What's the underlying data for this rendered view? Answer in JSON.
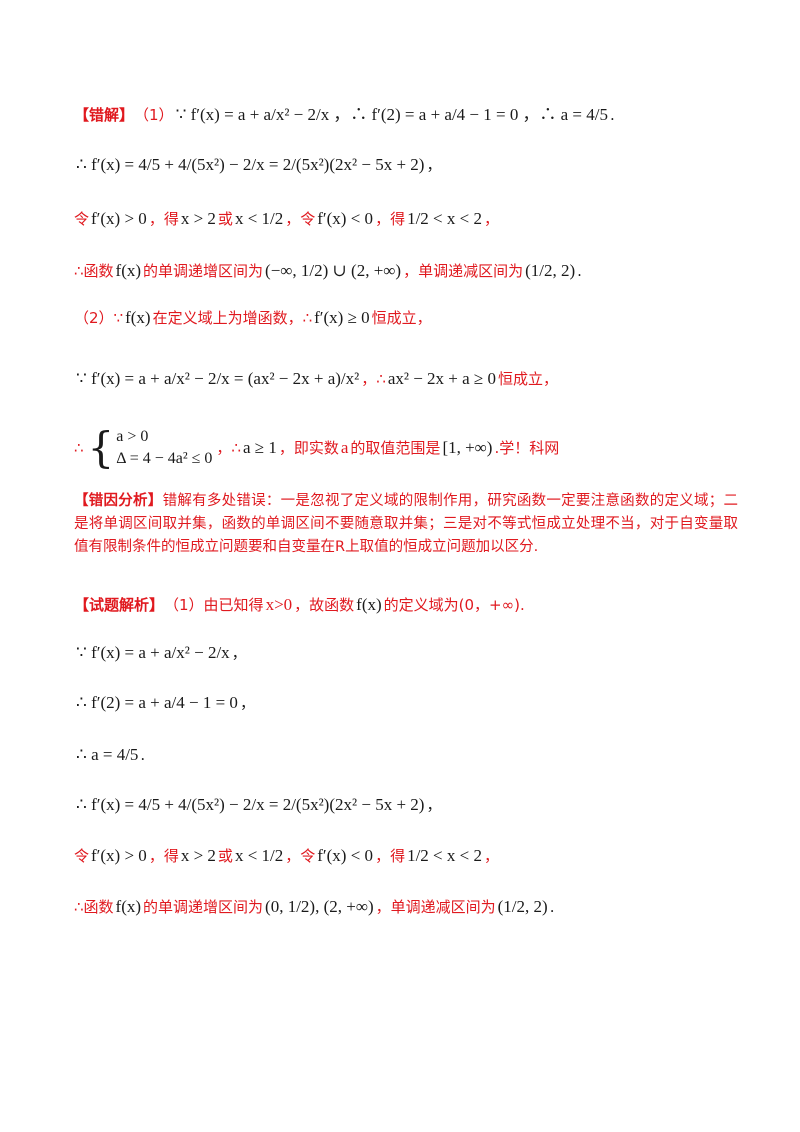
{
  "cuojie": {
    "tag": "【错解】",
    "p1_num": "（1）",
    "p1_a": "∵ f′(x) = a + a/x² − 2/x",
    "p1_b": "，∴ f′(2) = a + a/4 − 1 = 0",
    "p1_c": "，∴ a = 4/5",
    "p1_end": ".",
    "l2": "∴ f′(x) = 4/5 + 4/(5x²) − 2/x = 2/(5x²)(2x² − 5x + 2)",
    "l2_end": "，",
    "l3_a": "令",
    "l3_b": "f′(x) > 0",
    "l3_c": "，得",
    "l3_d": "x > 2",
    "l3_e": "或",
    "l3_f": "x < 1/2",
    "l3_g": "，令",
    "l3_h": "f′(x) < 0",
    "l3_i": "，得",
    "l3_j": "1/2 < x < 2",
    "l3_k": "，",
    "l4_a": "∴函数",
    "l4_b": "f(x)",
    "l4_c": "的单调递增区间为",
    "l4_d": "(−∞, 1/2) ∪ (2, +∞)",
    "l4_e": "，单调递减区间为",
    "l4_f": "(1/2, 2)",
    "l4_g": ".",
    "p2_a": "（2）∵",
    "p2_b": "f(x)",
    "p2_c": "在定义域上为增函数，∴",
    "p2_d": "f′(x) ≥ 0",
    "p2_e": "恒成立，",
    "l6_a": "∵ f′(x) = a + a/x² − 2/x = (ax² − 2x + a)/x²",
    "l6_b": "，∴",
    "l6_c": "ax² − 2x + a ≥ 0",
    "l6_d": "恒成立，",
    "l7_a": "∴",
    "l7_s1": "a > 0",
    "l7_s2": "Δ = 4 − 4a² ≤ 0",
    "l7_b": "，∴",
    "l7_c": "a ≥ 1",
    "l7_d": "，即实数",
    "l7_e": "a",
    "l7_f": "的取值范围是",
    "l7_g": "[1, +∞)",
    "l7_h": ".学！科网"
  },
  "fenxi": {
    "tag": "【错因分析】",
    "text": "错解有多处错误：一是忽视了定义域的限制作用，研究函数一定要注意函数的定义域；二是将单调区间取并集，函数的单调区间不要随意取并集；三是对不等式恒成立处理不当，对于自变量取值有限制条件的恒成立问题要和自变量在R上取值的恒成立问题加以区分."
  },
  "jiexi": {
    "tag": "【试题解析】",
    "l1_a": "（1）由已知得",
    "l1_b": "x>0",
    "l1_c": "，故函数",
    "l1_d": "f(x)",
    "l1_e": "的定义域为(0，+∞).",
    "l2": "∵ f′(x) = a + a/x² − 2/x",
    "l2_end": "，",
    "l3": "∴ f′(2) = a + a/4 − 1 = 0",
    "l3_end": "，",
    "l4": "∴ a = 4/5",
    "l4_end": ".",
    "l5": "∴ f′(x) = 4/5 + 4/(5x²) − 2/x = 2/(5x²)(2x² − 5x + 2)",
    "l5_end": "，",
    "l6_a": "令",
    "l6_b": "f′(x) > 0",
    "l6_c": "，得",
    "l6_d": "x > 2",
    "l6_e": "或",
    "l6_f": "x < 1/2",
    "l6_g": "，令",
    "l6_h": "f′(x) < 0",
    "l6_i": "，得",
    "l6_j": "1/2 < x < 2",
    "l6_k": "，",
    "l7_a": "∴函数",
    "l7_b": "f(x)",
    "l7_c": "的单调递增区间为",
    "l7_d": "(0, 1/2), (2, +∞)",
    "l7_e": "，单调递减区间为",
    "l7_f": "(1/2, 2)",
    "l7_g": "."
  },
  "colors": {
    "accent": "#e0191f",
    "text": "#1a1a1a"
  }
}
